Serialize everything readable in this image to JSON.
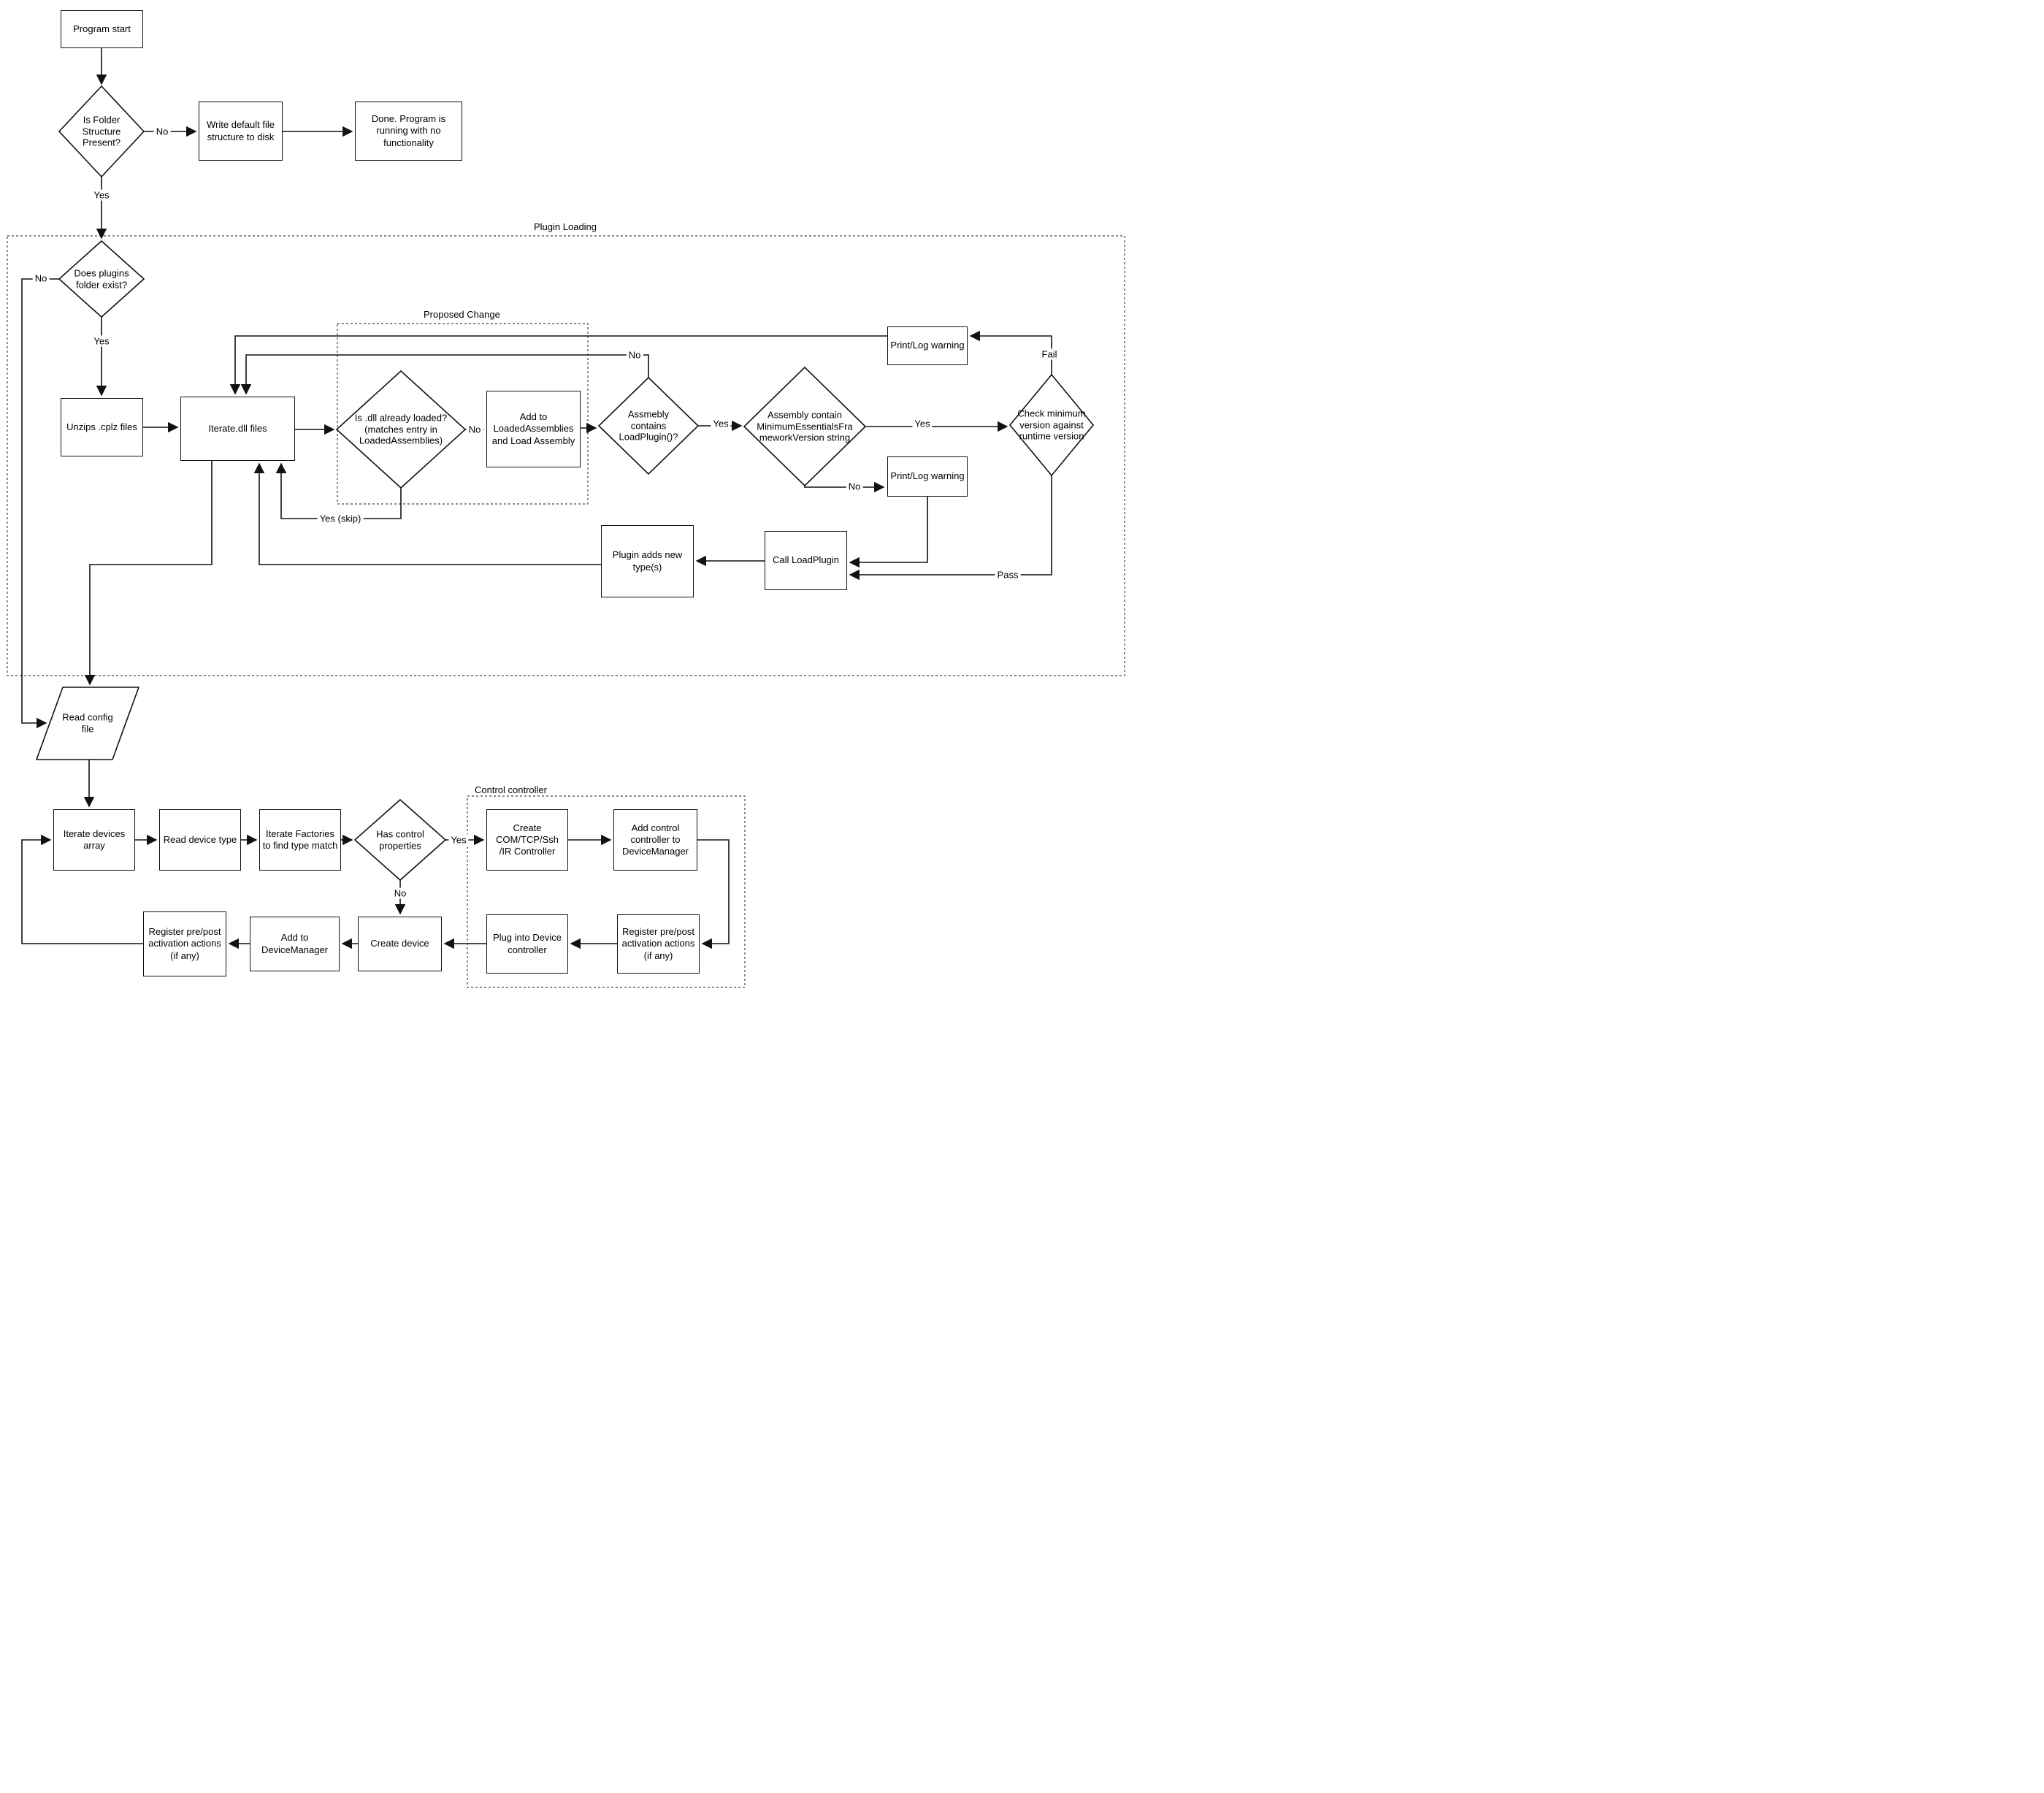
{
  "diagram": {
    "groups": {
      "plugin_loading": "Plugin Loading",
      "proposed_change": "Proposed Change",
      "control_controller": "Control controller"
    },
    "nodes": {
      "program_start": "Program start",
      "is_folder_structure_present": "Is Folder Structure Present?",
      "write_default_file_structure": "Write default file structure to disk",
      "done_no_functionality": "Done.  Program is running with no functionality",
      "does_plugins_folder_exist": "Does plugins folder exist?",
      "unzips_cplz_files": "Unzips .cplz files",
      "iterate_dll_files": "Iterate.dll files",
      "is_dll_already_loaded": "Is .dll already loaded? (matches entry in LoadedAssemblies)",
      "add_to_loaded_assemblies": "Add to LoadedAssemblies and Load Assembly",
      "assembly_contains_loadplugin": "Assmebly contains LoadPlugin()?",
      "assembly_contains_min_version": "Assembly contain MinimumEssentialsFrameworkVersion string",
      "check_min_version": "Check minimum version against runtime version",
      "print_log_warning_fail": "Print/Log warning",
      "print_log_warning_no": "Print/Log warning",
      "call_loadplugin": "Call LoadPlugin",
      "plugin_adds_new_types": "Plugin adds new type(s)",
      "read_config_file": "Read config file",
      "iterate_devices_array": "Iterate devices array",
      "read_device_type": "Read device type",
      "iterate_factories": "Iterate Factories to find type match",
      "has_control_properties": "Has control properties",
      "create_controller": "Create COM/TCP/Ssh /IR Controller",
      "add_control_controller": "Add control controller to DeviceManager",
      "register_pre_post_control": "Register pre/post activation actions (if any)",
      "plug_into_device_controller": "Plug into Device controller",
      "create_device": "Create device",
      "add_to_device_manager": "Add to DeviceManager",
      "register_pre_post_device": "Register pre/post activation actions (if any)"
    },
    "edge_labels": {
      "folder_no": "No",
      "folder_yes": "Yes",
      "plugins_no": "No",
      "plugins_yes": "Yes",
      "dll_loaded_no": "No",
      "dll_loaded_yes_skip": "Yes (skip)",
      "loadplugin_no": "No",
      "loadplugin_yes": "Yes",
      "minver_yes": "Yes",
      "minver_no": "No",
      "checkver_fail": "Fail",
      "checkver_pass": "Pass",
      "control_yes": "Yes",
      "control_no": "No"
    }
  }
}
